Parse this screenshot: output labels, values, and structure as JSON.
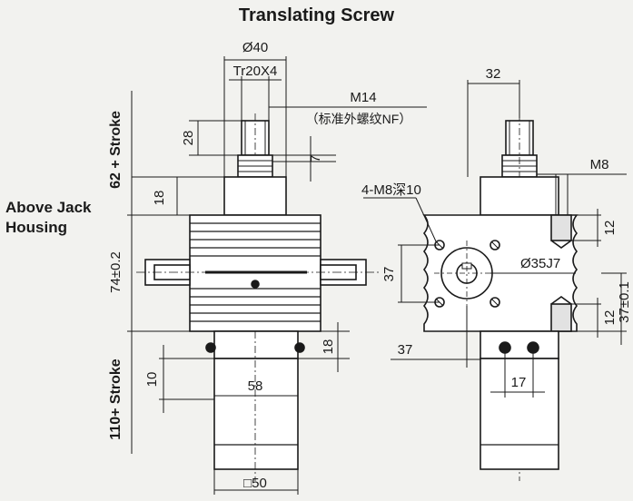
{
  "title": "Translating Screw",
  "housing_label": [
    "Above Jack",
    "Housing"
  ],
  "front_view": {
    "d_top": "Ø40",
    "thread": "Tr20X4",
    "m14": "M14",
    "m14_note": "（标准外螺纹NF）",
    "d28": "28",
    "d7": "7",
    "d18_top": "18",
    "stroke_top": "62 + Stroke",
    "d74": "74±0.2",
    "d18_bottom": "18",
    "d10": "10",
    "d58": "58",
    "stroke_bottom": "110+ Stroke",
    "sq50": "□50"
  },
  "side_view": {
    "d32": "32",
    "m8": "M8",
    "holes": "4-M8深10",
    "d37_left": "37",
    "dia35": "Ø35J7",
    "d12_top": "12",
    "d12_bottom": "12",
    "d37_right": "37±0.1",
    "d37_bottom": "37",
    "d17": "17"
  },
  "colors": {
    "line": "#1a1a1a",
    "background": "#f2f2ef",
    "housing": "#ffffff"
  }
}
